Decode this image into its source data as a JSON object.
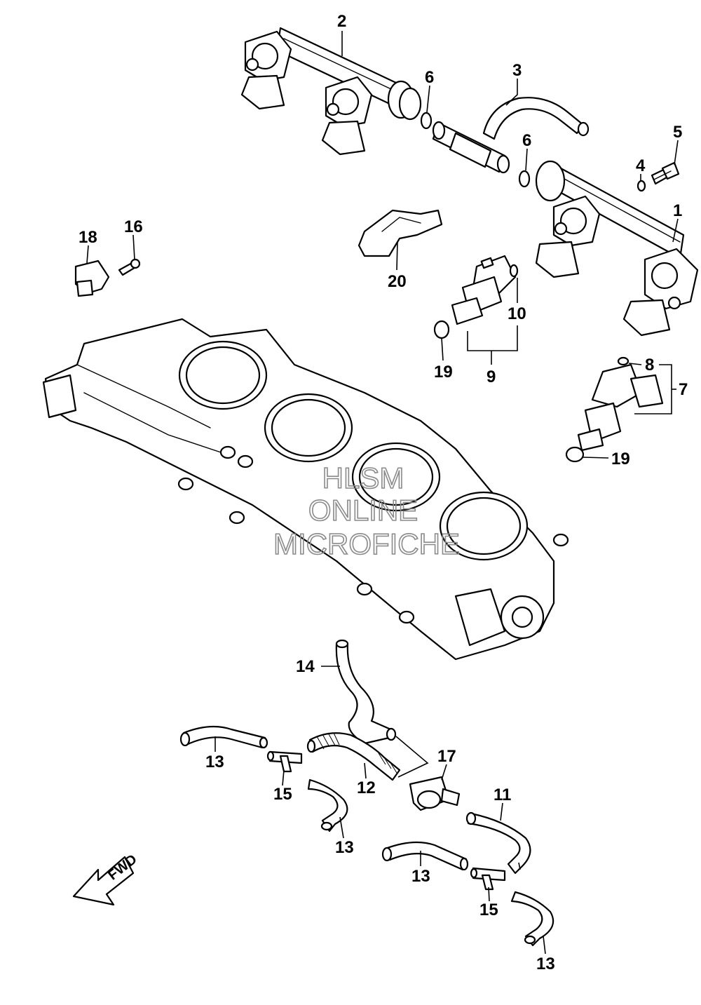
{
  "watermark": {
    "line1": "HLSM",
    "line2": "ONLINE",
    "line3": "MICROFICHE"
  },
  "fwd_label": "FWD",
  "callouts": [
    {
      "id": "c2",
      "text": "2"
    },
    {
      "id": "c3",
      "text": "3"
    },
    {
      "id": "c6a",
      "text": "6"
    },
    {
      "id": "c6b",
      "text": "6"
    },
    {
      "id": "c5",
      "text": "5"
    },
    {
      "id": "c4",
      "text": "4"
    },
    {
      "id": "c1",
      "text": "1"
    },
    {
      "id": "c18",
      "text": "18"
    },
    {
      "id": "c16",
      "text": "16"
    },
    {
      "id": "c20",
      "text": "20"
    },
    {
      "id": "c10",
      "text": "10"
    },
    {
      "id": "c19a",
      "text": "19"
    },
    {
      "id": "c9",
      "text": "9"
    },
    {
      "id": "c8",
      "text": "8"
    },
    {
      "id": "c7",
      "text": "7"
    },
    {
      "id": "c19b",
      "text": "19"
    },
    {
      "id": "c14",
      "text": "14"
    },
    {
      "id": "c17",
      "text": "17"
    },
    {
      "id": "c11",
      "text": "11"
    },
    {
      "id": "c13a",
      "text": "13"
    },
    {
      "id": "c15a",
      "text": "15"
    },
    {
      "id": "c12",
      "text": "12"
    },
    {
      "id": "c13b",
      "text": "13"
    },
    {
      "id": "c13c",
      "text": "13"
    },
    {
      "id": "c15b",
      "text": "15"
    },
    {
      "id": "c13d",
      "text": "13"
    }
  ]
}
